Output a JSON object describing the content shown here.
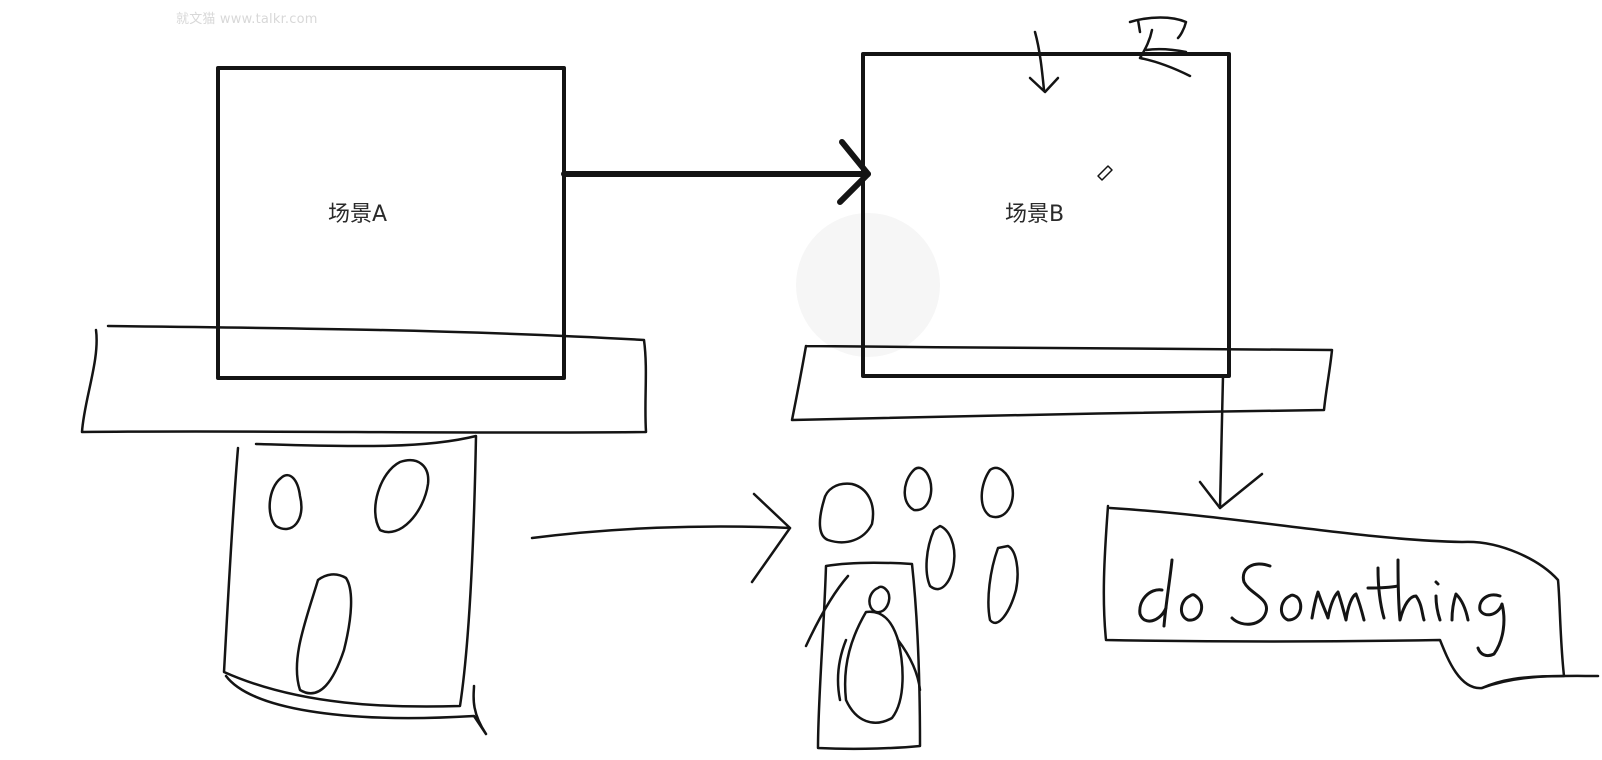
{
  "watermark": "就文猫 www.talkr.com",
  "scene_a": {
    "label": "场景A"
  },
  "scene_b": {
    "label": "场景B"
  },
  "note": {
    "handwritten": "do Somthing"
  },
  "colors": {
    "ink": "#141414",
    "background": "#ffffff",
    "watermark": "#d8d8d8"
  }
}
